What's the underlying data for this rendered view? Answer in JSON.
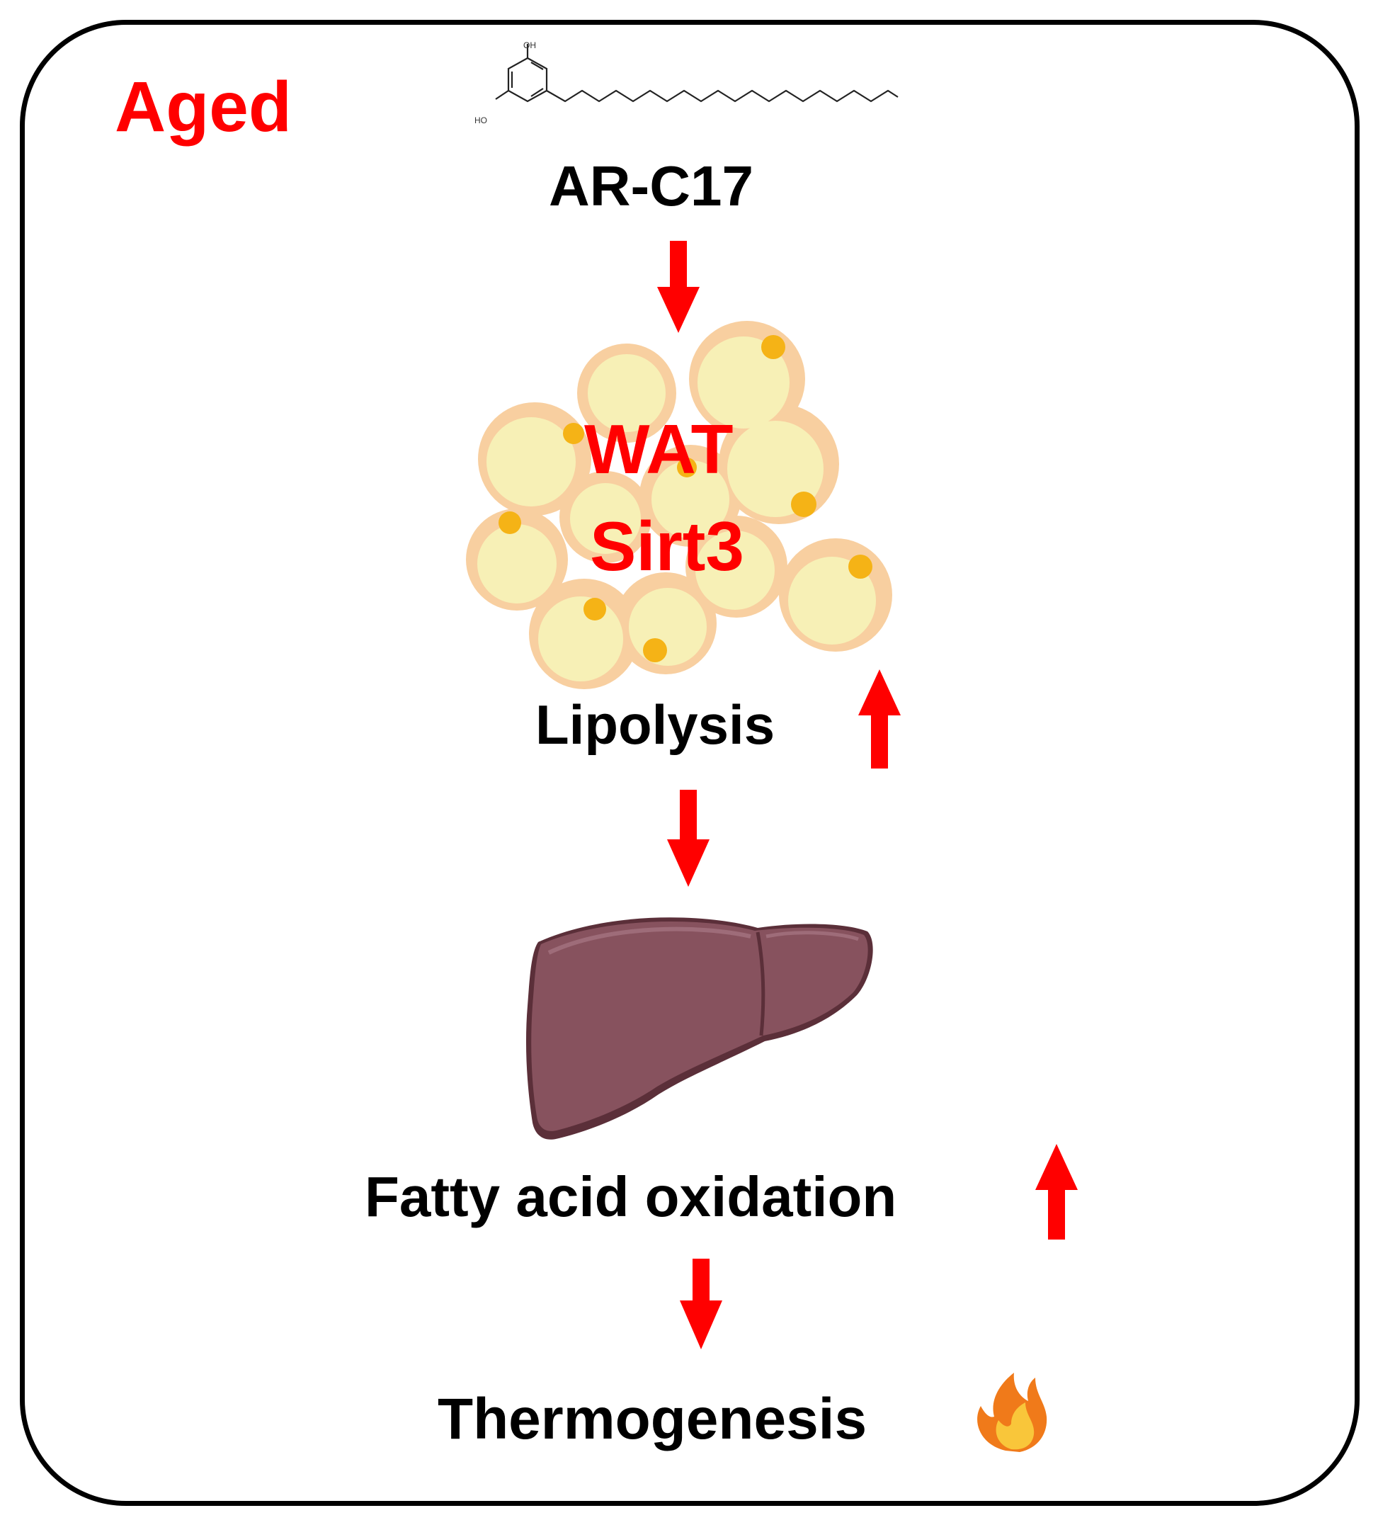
{
  "panel": {
    "condition_label": "Aged",
    "compound": {
      "label": "AR-C17",
      "hydroxyl_labels": [
        "OH",
        "HO"
      ]
    },
    "tissue": {
      "label_line1": "WAT",
      "label_line2": "Sirt3"
    },
    "steps": [
      {
        "label": "Lipolysis",
        "change": "up"
      },
      {
        "label": "Fatty acid oxidation",
        "change": "up"
      },
      {
        "label": "Thermogenesis",
        "icon": "fire-icon"
      }
    ],
    "organ_icon": "liver-icon",
    "cell_icon": "adipocyte-cluster-icon"
  },
  "colors": {
    "accent": "#ff0000",
    "text": "#000000",
    "frame": "#000000",
    "adipocyte_outer": "#f8cfa0",
    "adipocyte_inner": "#f7f0b6",
    "lipid_droplet": "#f5b316",
    "liver": "#87525e",
    "liver_dark": "#5b2f39"
  }
}
